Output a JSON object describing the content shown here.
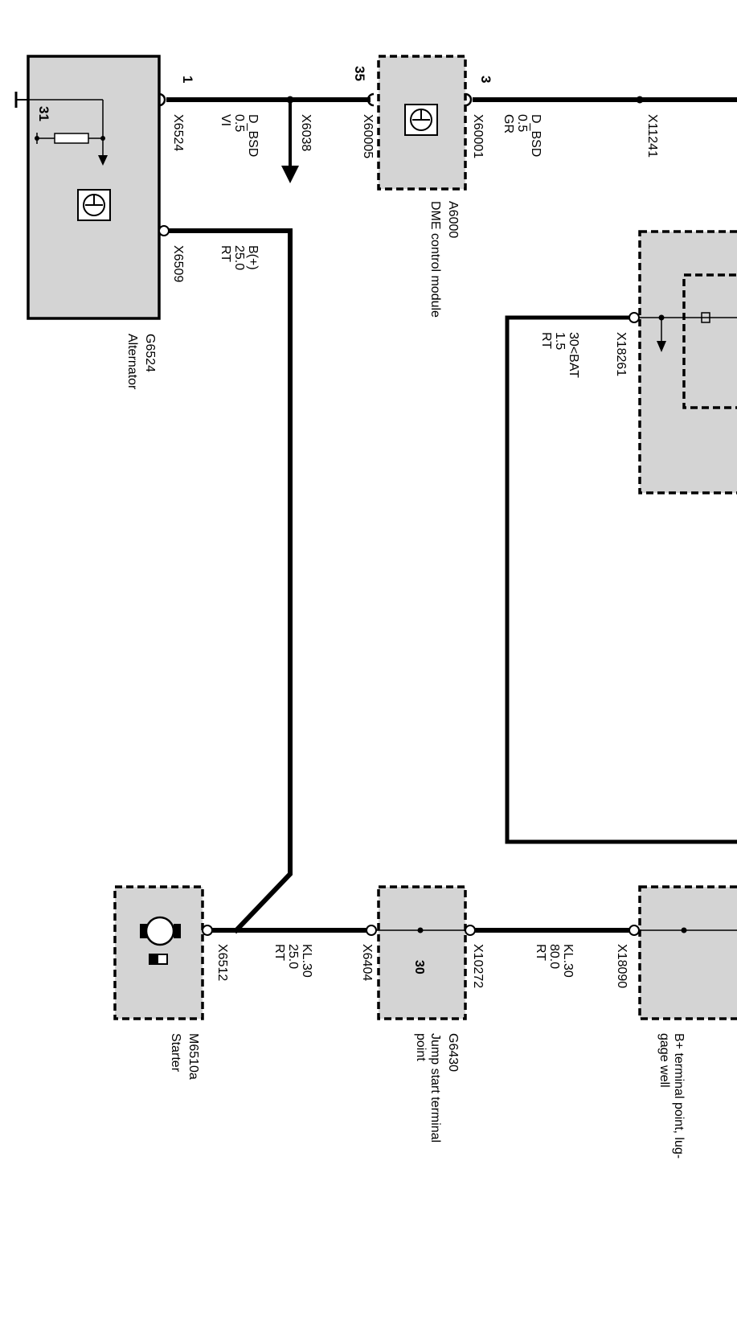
{
  "components": {
    "alternator": {
      "id": "G6524",
      "name": "Alternator",
      "pin_1": "1",
      "ground_label": "31"
    },
    "dme": {
      "id": "A6000",
      "name": "DME control module",
      "pin_35": "35",
      "pin_3": "3"
    },
    "starter": {
      "id": "M6510a",
      "name": "Starter"
    },
    "jump_start": {
      "id": "G6430",
      "name_line1": "Jump start terminal",
      "name_line2": "point",
      "terminal": "30"
    },
    "bplus": {
      "name_line1": "B+ terminal point, lug-",
      "name_line2": "gage well"
    }
  },
  "connectors": {
    "x6524": "X6524",
    "x6509": "X6509",
    "x6038": "X6038",
    "x60005": "X60005",
    "x60001": "X60001",
    "x11241": "X11241",
    "x18261": "X18261",
    "x6512": "X6512",
    "x6404": "X6404",
    "x10272": "X10272",
    "x18090": "X18090"
  },
  "wires": {
    "bsd_alt": {
      "signal": "D_BSD",
      "gauge": "0.5",
      "color": "VI"
    },
    "bsd_dme": {
      "signal": "D_BSD",
      "gauge": "0.5",
      "color": "GR"
    },
    "b_plus": {
      "signal": "B(+)",
      "gauge": "25.0",
      "color": "RT"
    },
    "bat": {
      "signal": "30<BAT",
      "gauge": "1.5",
      "color": "RT"
    },
    "kl30_starter": {
      "signal": "KL.30",
      "gauge": "25.0",
      "color": "RT"
    },
    "kl30_jump": {
      "signal": "KL.30",
      "gauge": "80.0",
      "color": "RT"
    }
  }
}
